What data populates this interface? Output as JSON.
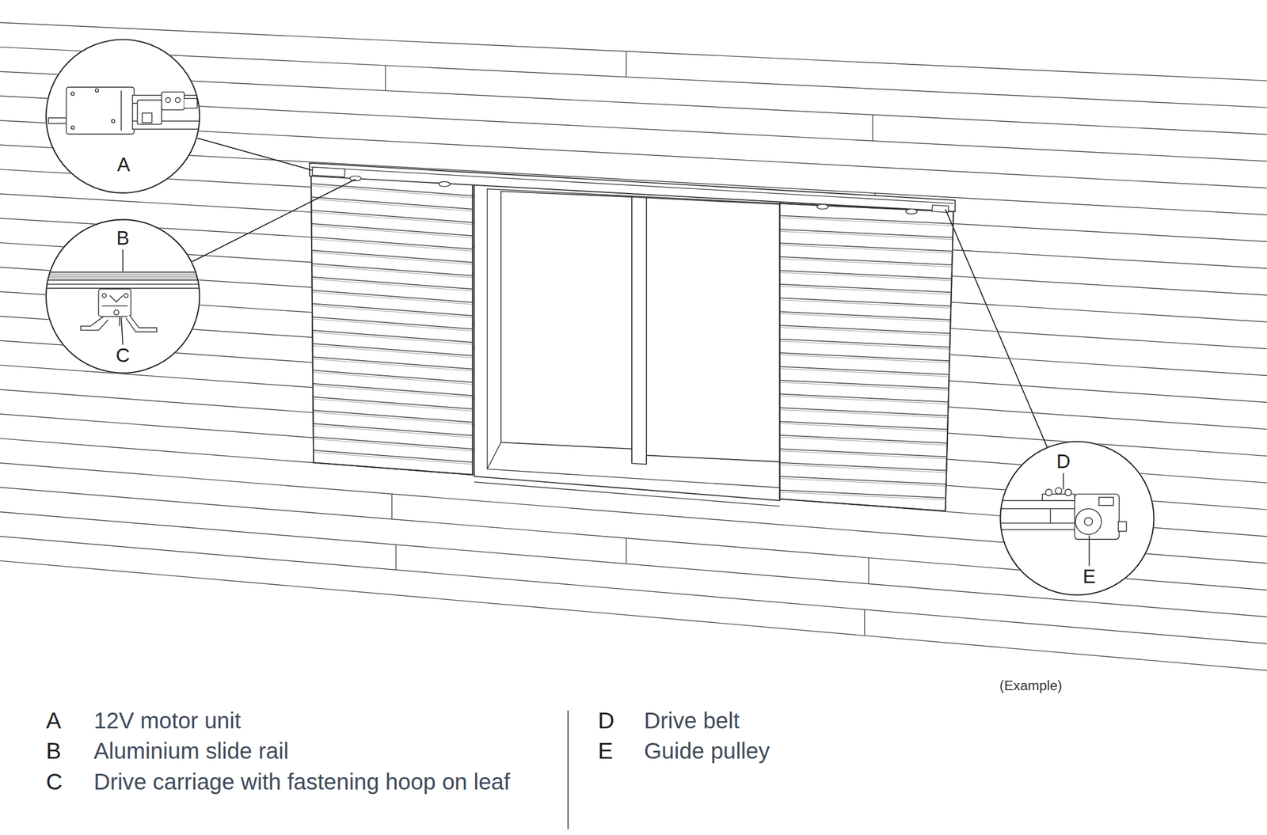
{
  "diagram": {
    "nodes": [
      {
        "text": [
          "A"
        ]
      },
      {
        "text": [
          "B",
          "C"
        ]
      },
      {
        "text": [
          "D",
          "E"
        ]
      }
    ],
    "labels": [
      "(Example)",
      "A",
      "12V motor unit",
      "B",
      "Aluminium slide rail",
      "C",
      "Drive carriage with fastening hoop on leaf",
      "D",
      "Drive belt",
      "E",
      "Guide pulley"
    ]
  }
}
